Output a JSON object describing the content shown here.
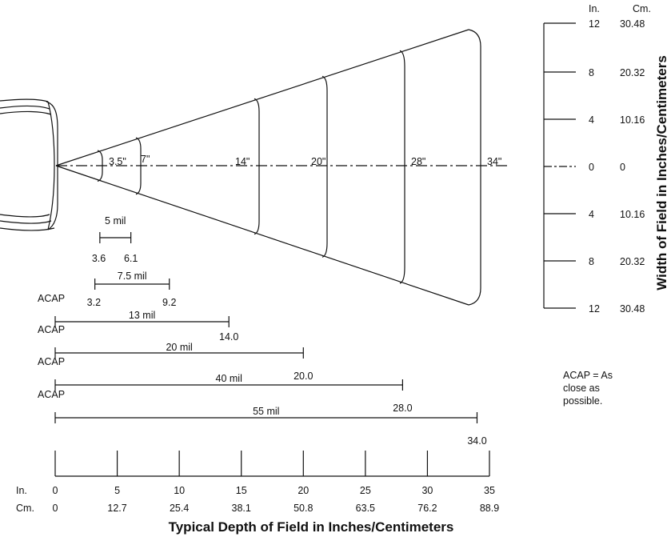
{
  "colors": {
    "ink": "#111111",
    "background": "#ffffff"
  },
  "scanner_icon": "barcode-scanner-head-icon",
  "beam_depth_markers": [
    "3.5\"",
    "7\"",
    "14\"",
    "20\"",
    "28\"",
    "34\""
  ],
  "width_axis": {
    "title": "Width of Field in Inches/Centimeters",
    "in_header": "In.",
    "cm_header": "Cm.",
    "ticks": [
      {
        "in": "12",
        "cm": "30.48"
      },
      {
        "in": "8",
        "cm": "20.32"
      },
      {
        "in": "4",
        "cm": "10.16"
      },
      {
        "in": "0",
        "cm": "0"
      },
      {
        "in": "4",
        "cm": "10.16"
      },
      {
        "in": "8",
        "cm": "20.32"
      },
      {
        "in": "12",
        "cm": "30.48"
      }
    ]
  },
  "depth_ranges": [
    {
      "label": "5 mil",
      "near": "3.6",
      "far": "6.1"
    },
    {
      "label": "7.5 mil",
      "near": "3.2",
      "far": "9.2"
    },
    {
      "label": "13 mil",
      "near": "ACAP",
      "far": "14.0"
    },
    {
      "label": "20 mil",
      "near": "ACAP",
      "far": "20.0"
    },
    {
      "label": "40 mil",
      "near": "ACAP",
      "far": "28.0"
    },
    {
      "label": "55 mil",
      "near": "ACAP",
      "far": "34.0"
    }
  ],
  "acap_note": [
    "ACAP = As",
    "close as",
    "possible."
  ],
  "depth_axis": {
    "title": "Typical Depth of Field in Inches/Centimeters",
    "in_header": "In.",
    "cm_header": "Cm.",
    "in_ticks": [
      "0",
      "5",
      "10",
      "15",
      "20",
      "25",
      "30",
      "35"
    ],
    "cm_ticks": [
      "0",
      "12.7",
      "25.4",
      "38.1",
      "50.8",
      "63.5",
      "76.2",
      "88.9"
    ]
  }
}
